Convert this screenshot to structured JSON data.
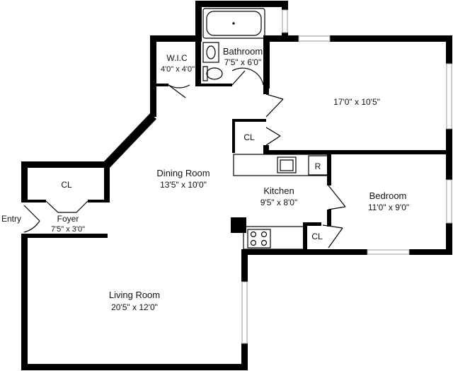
{
  "rooms": {
    "bathroom": {
      "name": "Bathroom",
      "dims": "7'5\" x 6'0\""
    },
    "wic": {
      "name": "W.I.C",
      "dims": "4'0\" x 4'0\""
    },
    "master": {
      "name": "",
      "dims": "17'0\" x 10'5\""
    },
    "cl_top": {
      "name": "CL"
    },
    "dining": {
      "name": "Dining Room",
      "dims": "13'5\" x 10'0\""
    },
    "kitchen": {
      "name": "Kitchen",
      "dims": "9'5\" x 8'0\"",
      "fridge": "R"
    },
    "bedroom": {
      "name": "Bedroom",
      "dims": "11'0\" x 9'0\""
    },
    "cl_foyer": {
      "name": "CL"
    },
    "foyer": {
      "name": "Foyer",
      "dims": "7'5\" x 3'0\""
    },
    "entry": {
      "name": "Entry"
    },
    "cl_kitchen": {
      "name": "CL"
    },
    "living": {
      "name": "Living Room",
      "dims": "20'5\" x 12'0\""
    }
  }
}
